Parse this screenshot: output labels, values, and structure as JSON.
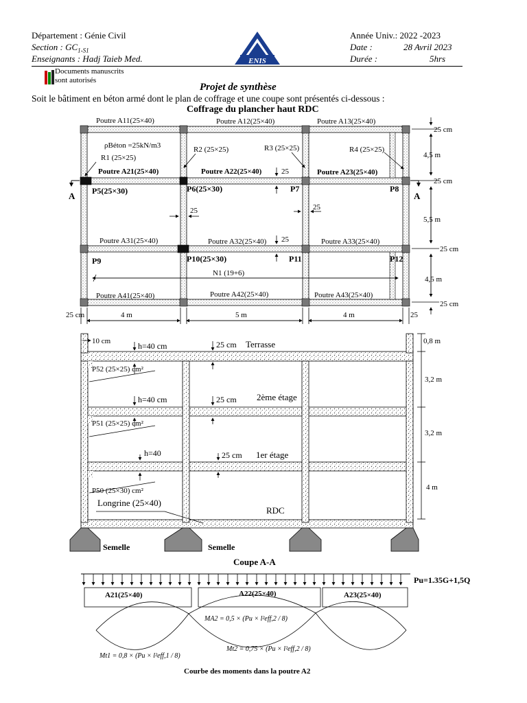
{
  "header": {
    "department": "Département : Génie Civil",
    "section_prefix": "Section : GC",
    "section_sub": "1-S1",
    "teachers": "Enseignants : Hadj Taieb Med.",
    "year": "Année Univ.: 2022 -2023",
    "date_label": "Date :",
    "date_value": "28 Avril 2023",
    "duration_label": "Durée :",
    "duration_value": "5hrs",
    "logo_text": "ENIS",
    "docs_line1": "Documents manuscrits",
    "docs_line2": "sont autorisés"
  },
  "title": "Projet de synthèse",
  "intro": "Soit le bâtiment en béton armé dont le plan de coffrage et une coupe sont présentés ci-dessous :",
  "plan": {
    "title": "Coffrage du plancher haut RDC",
    "density": "ρBéton =25kN/m3",
    "top_beams": [
      "Poutre A11(25×40)",
      "Poutre A12(25×40)",
      "Poutre A13(25×40)"
    ],
    "row2_beams": [
      "Poutre A21(25×40)",
      "Poutre A22(25×40)",
      "Poutre A23(25×40)"
    ],
    "row3_beams": [
      "Poutre A31(25×40)",
      "Poutre A32(25×40)",
      "Poutre A33(25×40)"
    ],
    "bottom_beams": [
      "Poutre A41(25×40)",
      "Poutre A42(25×40)",
      "Poutre A43(25×40)"
    ],
    "ribs": [
      "R1 (25×25)",
      "R2 (25×25)",
      "R3 (25×25)",
      "R4 (25×25)"
    ],
    "columns": [
      "P5(25×30)",
      "P6(25×30)",
      "P7",
      "P8",
      "P9",
      "P10(25×30)",
      "P11",
      "P12"
    ],
    "section_mark": "A",
    "slab": "N1 (19+6)",
    "dims_25": "25",
    "dims_25cm": "25 cm",
    "spans": [
      "4 m",
      "5 m",
      "4 m"
    ],
    "heights": [
      "4,5 m",
      "5,5 m",
      "4,5 m"
    ]
  },
  "section": {
    "title": "Coupe A-A",
    "acrotere": "10 cm",
    "h40cm": "h=40 cm",
    "h40": "h=40",
    "slab_25": "25 cm",
    "levels": [
      "Terrasse",
      "2ème étage",
      "1er étage",
      "RDC"
    ],
    "columns": [
      "P52 (25×25) cm²",
      "P51 (25×25) cm²",
      "P50 (25×30) cm²"
    ],
    "longrine": "Longrine (25×40)",
    "footing": "Semelle",
    "heights": [
      "0,8 m",
      "3,2 m",
      "3,2 m",
      "4 m"
    ]
  },
  "moments": {
    "load": "Pu=1.35G+1,5Q",
    "beams": [
      "A21(25×40)",
      "A22(25×40)",
      "A23(25×40)"
    ],
    "ma2": "MA2 = 0,5 × (Pu × l²eff,2 / 8)",
    "mt1": "Mt1 = 0,8 × (Pu × l²eff,1 / 8)",
    "mt2": "Mt2 = 0,75 × (Pu × l²eff,2 / 8)",
    "caption": "Courbe des moments dans la poutre A2"
  }
}
